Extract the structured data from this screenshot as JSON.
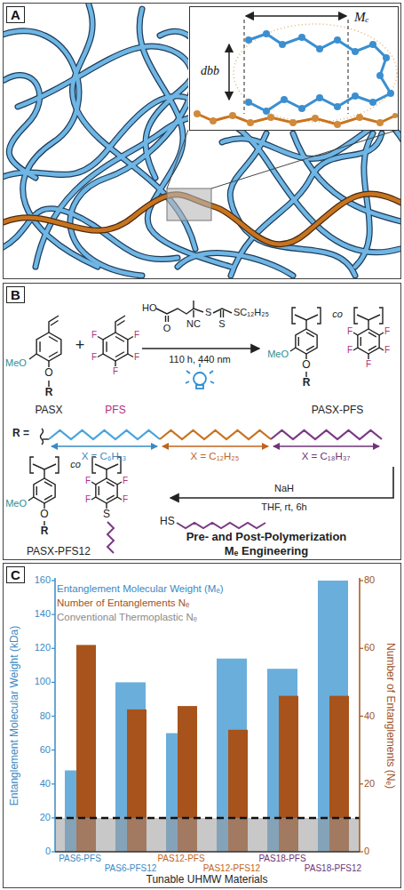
{
  "diagram": {
    "nodes": [
      {
        "text": [
          "A"
        ]
      },
      {
        "text": [
          "Mₑ",
          "dbb"
        ],
        "in": 0
      },
      {
        "text": [
          "B"
        ]
      },
      {
        "text": [
          "C"
        ]
      }
    ],
    "labels": [
      "MeO",
      "O",
      "R",
      "PASX",
      "+",
      "F",
      "F",
      "F",
      "F",
      "F",
      "PFS",
      "HO",
      "O",
      "NC",
      "S",
      "S",
      "SC₁₂H₂₅",
      "110 h, 440 nm",
      "co",
      "MeO",
      "O",
      "R",
      "F",
      "F",
      "F",
      "F",
      "F",
      "PASX-PFS",
      "R =",
      "X = C₆H₁₃",
      "X = C₁₂H₂₅",
      "X = C₁₈H₃₇",
      "NaH",
      "THF, rt, 6h",
      "co",
      "MeO",
      "O",
      "R",
      "F",
      "F",
      "F",
      "F",
      "S",
      "HS",
      "Pre- and Post-Polymerization",
      "PASX-PFS12",
      "Mₑ Engineering",
      "Entanglement Molecular Weight (Mₑ)",
      "Number of Entanglements Nₑ",
      "Conventional Thermoplastic Nₑ",
      "0",
      "20",
      "40",
      "60",
      "80",
      "100",
      "120",
      "140",
      "160",
      "0",
      "20",
      "40",
      "60",
      "80",
      "Entanglement Molecular Weight (kDa)",
      "Number of Entanglements (Nₑ)",
      "PAS6-PFS",
      "PAS6-PFS12",
      "PAS12-PFS",
      "PAS12-PFS12",
      "PAS18-PFS",
      "PAS18-PFS12",
      "Tunable UHMW Materials"
    ]
  }
}
